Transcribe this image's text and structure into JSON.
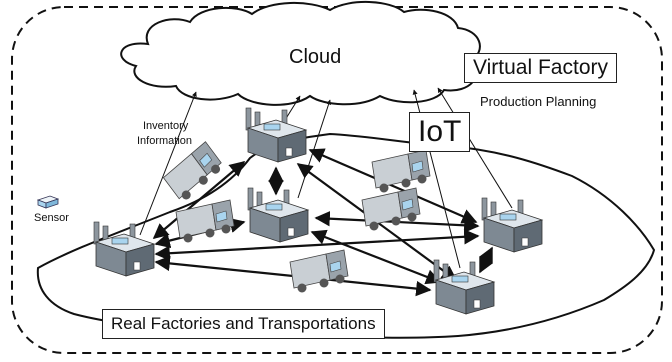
{
  "labels": {
    "cloud": "Cloud",
    "virtual_factory": "Virtual Factory",
    "production_planning": "Production Planning",
    "iot": "IoT",
    "inventory_line1": "Inventory",
    "inventory_line2": "Information",
    "sensor": "Sensor",
    "real_factories": "Real Factories and Transportations"
  },
  "icons": [
    "factory-icon",
    "truck-icon",
    "sensor-icon",
    "cloud-icon"
  ],
  "colors": {
    "land": "#ffffff",
    "line": "#111111",
    "factory_body": "#6f7b86",
    "factory_roof": "#dfe6ec",
    "accent": "#a9d4ee"
  }
}
